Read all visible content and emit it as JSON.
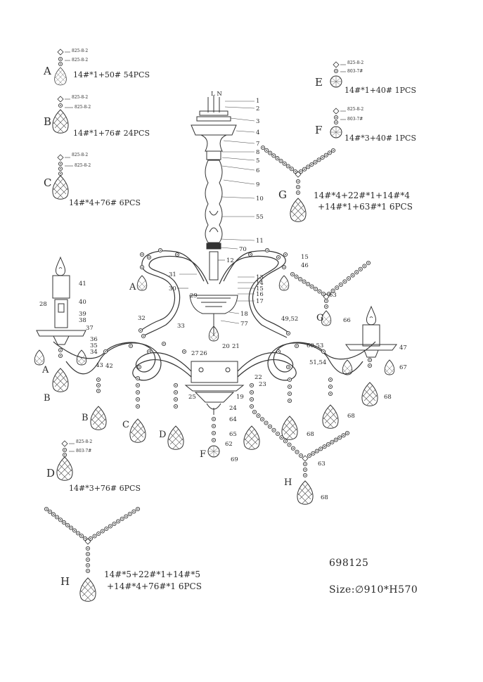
{
  "pendant_types": [
    {
      "letter": "A",
      "sub1": "825-8-2",
      "sub2": "825-8-2",
      "desc": "14#*1+50#   54PCS"
    },
    {
      "letter": "B",
      "sub1": "825-8-2",
      "sub2": "825-8-2",
      "desc": "14#*1+76#   24PCS"
    },
    {
      "letter": "C",
      "sub1": "825-8-2",
      "sub2": "825-8-2",
      "desc": "14#*4+76#   6PCS"
    },
    {
      "letter": "D",
      "sub1": "825-8-2",
      "sub2": "803-7#",
      "desc": "14#*3+76#   6PCS"
    },
    {
      "letter": "E",
      "sub1": "825-8-2",
      "sub2": "803-7#",
      "desc": "14#*1+40#   1PCS"
    },
    {
      "letter": "F",
      "sub1": "825-8-2",
      "sub2": "803-7#",
      "desc": "14#*3+40#   1PCS"
    }
  ],
  "chain_g": {
    "letter": "G",
    "line1": "14#*4+22#*1+14#*4",
    "line2": "+14#*1+63#*1   6PCS"
  },
  "chain_h": {
    "letter": "H",
    "line1": "14#*5+22#*1+14#*5",
    "line2": "+14#*4+76#*1  6PCS"
  },
  "model": "698125",
  "size": "Size:∅910*H570",
  "part_numbers": {
    "stem": [
      "1",
      "2",
      "3",
      "4",
      "7",
      "8",
      "5",
      "6",
      "9",
      "10",
      "55",
      "11",
      "70",
      "12"
    ],
    "body_right": [
      "13",
      "14",
      "15",
      "16",
      "17",
      "18",
      "77",
      "49,52",
      "60,53",
      "51,54",
      "47",
      "67",
      "68",
      "63",
      "66",
      "15",
      "46"
    ],
    "body_left": [
      "31",
      "30",
      "29",
      "32",
      "33",
      "41",
      "40",
      "28",
      "39",
      "38",
      "37",
      "36",
      "35",
      "34",
      "43",
      "42",
      "27",
      "26",
      "20",
      "21",
      "22",
      "23",
      "25",
      "19",
      "24",
      "64",
      "65",
      "62",
      "69",
      "63",
      "68"
    ],
    "wire_top": "L N"
  },
  "diagram_letters": [
    "A",
    "B",
    "B",
    "C",
    "D",
    "F",
    "G",
    "G",
    "H"
  ]
}
